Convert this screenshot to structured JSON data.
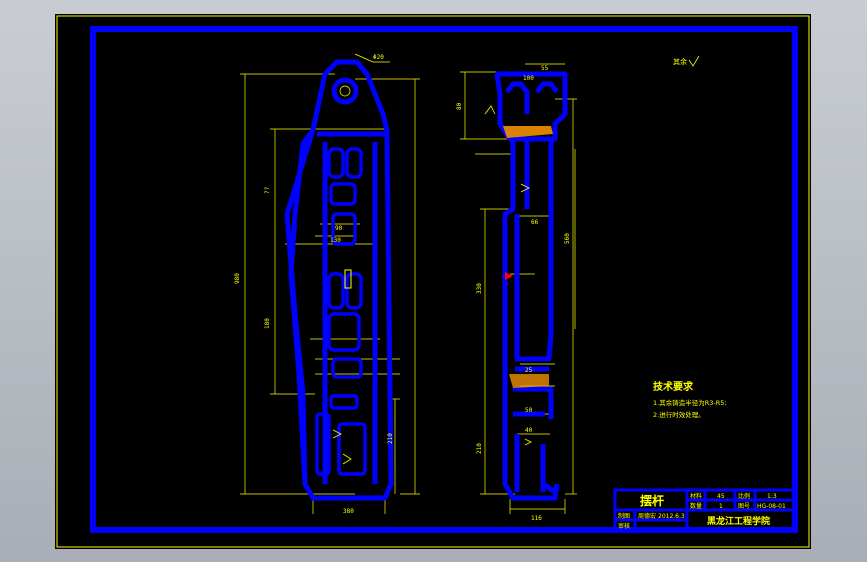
{
  "drawing": {
    "part_name": "摆杆",
    "school": "黑龙江工程学院",
    "roughness_note": "其余",
    "tech_requirements": {
      "heading": "技术要求",
      "items": [
        "1.其余铸造半径为R3-R5;",
        "2.进行时效处理。"
      ]
    },
    "title_block": {
      "material_label": "材料",
      "material_value": "45",
      "scale_label": "比例",
      "scale_value": "1:3",
      "qty_label": "数量",
      "qty_value": "1",
      "drawing_no_label": "图号",
      "drawing_no_value": "HG-08-01",
      "drawn_label": "制图",
      "drawn_name": "周德宏",
      "date": "2012.6.3",
      "check_label": "审核"
    },
    "dimensions": {
      "top_hole": "Φ20",
      "left_total": "980",
      "left_upper": "??",
      "left_mid": "180",
      "left_lower": "210",
      "width_a": "130",
      "width_b": "90",
      "bottom_w": "380",
      "side_top": "80",
      "side_total": "560",
      "side_mid": "330",
      "side_bottom": "210",
      "side_base": "116",
      "slot_w": "66",
      "s1": "100",
      "s2": "55",
      "s3": "25",
      "s4": "50",
      "s5": "40"
    },
    "colors": {
      "background": "#000000",
      "outline": "#0000ff",
      "dimension": "#ffff00",
      "section_fill": "#ff9900",
      "marker": "#ff0000"
    }
  }
}
